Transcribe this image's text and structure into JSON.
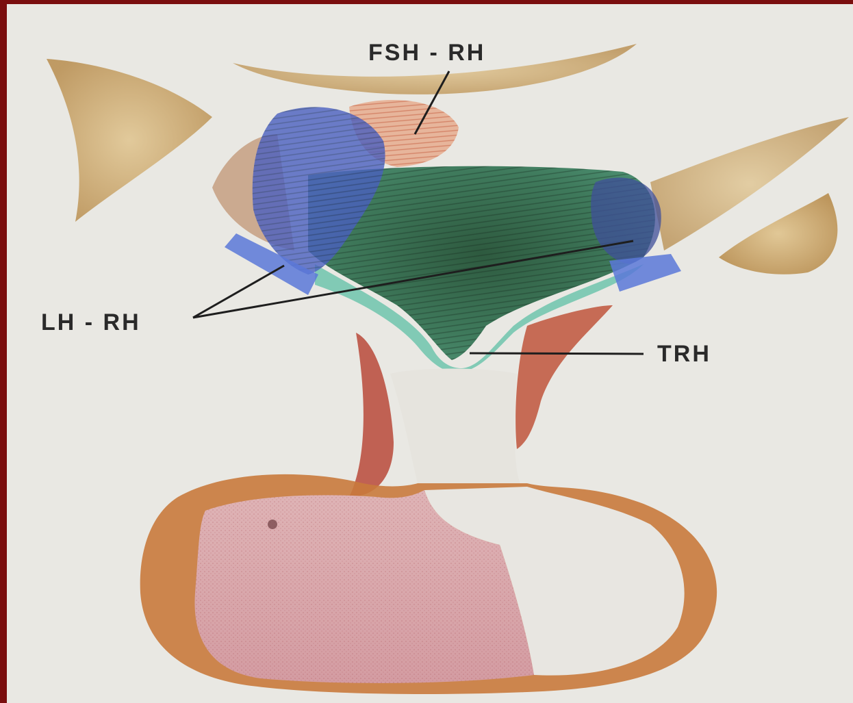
{
  "labels": {
    "fsh_rh": "FSH - RH",
    "lh_rh": "LH - RH",
    "trh": "TRH"
  },
  "colors": {
    "frame": "#7a0e0e",
    "background": "#e9e8e3",
    "fsh_region": "#d89a7a",
    "lh_region": "#4a5fbf",
    "trh_region": "#2f6b4f",
    "trh_outer": "#5fbfa0",
    "stalk": "#b8493a",
    "bone": "#c9a064",
    "pituitary_anterior": "#d7a7aa",
    "pituitary_posterior": "#e6e4de"
  }
}
